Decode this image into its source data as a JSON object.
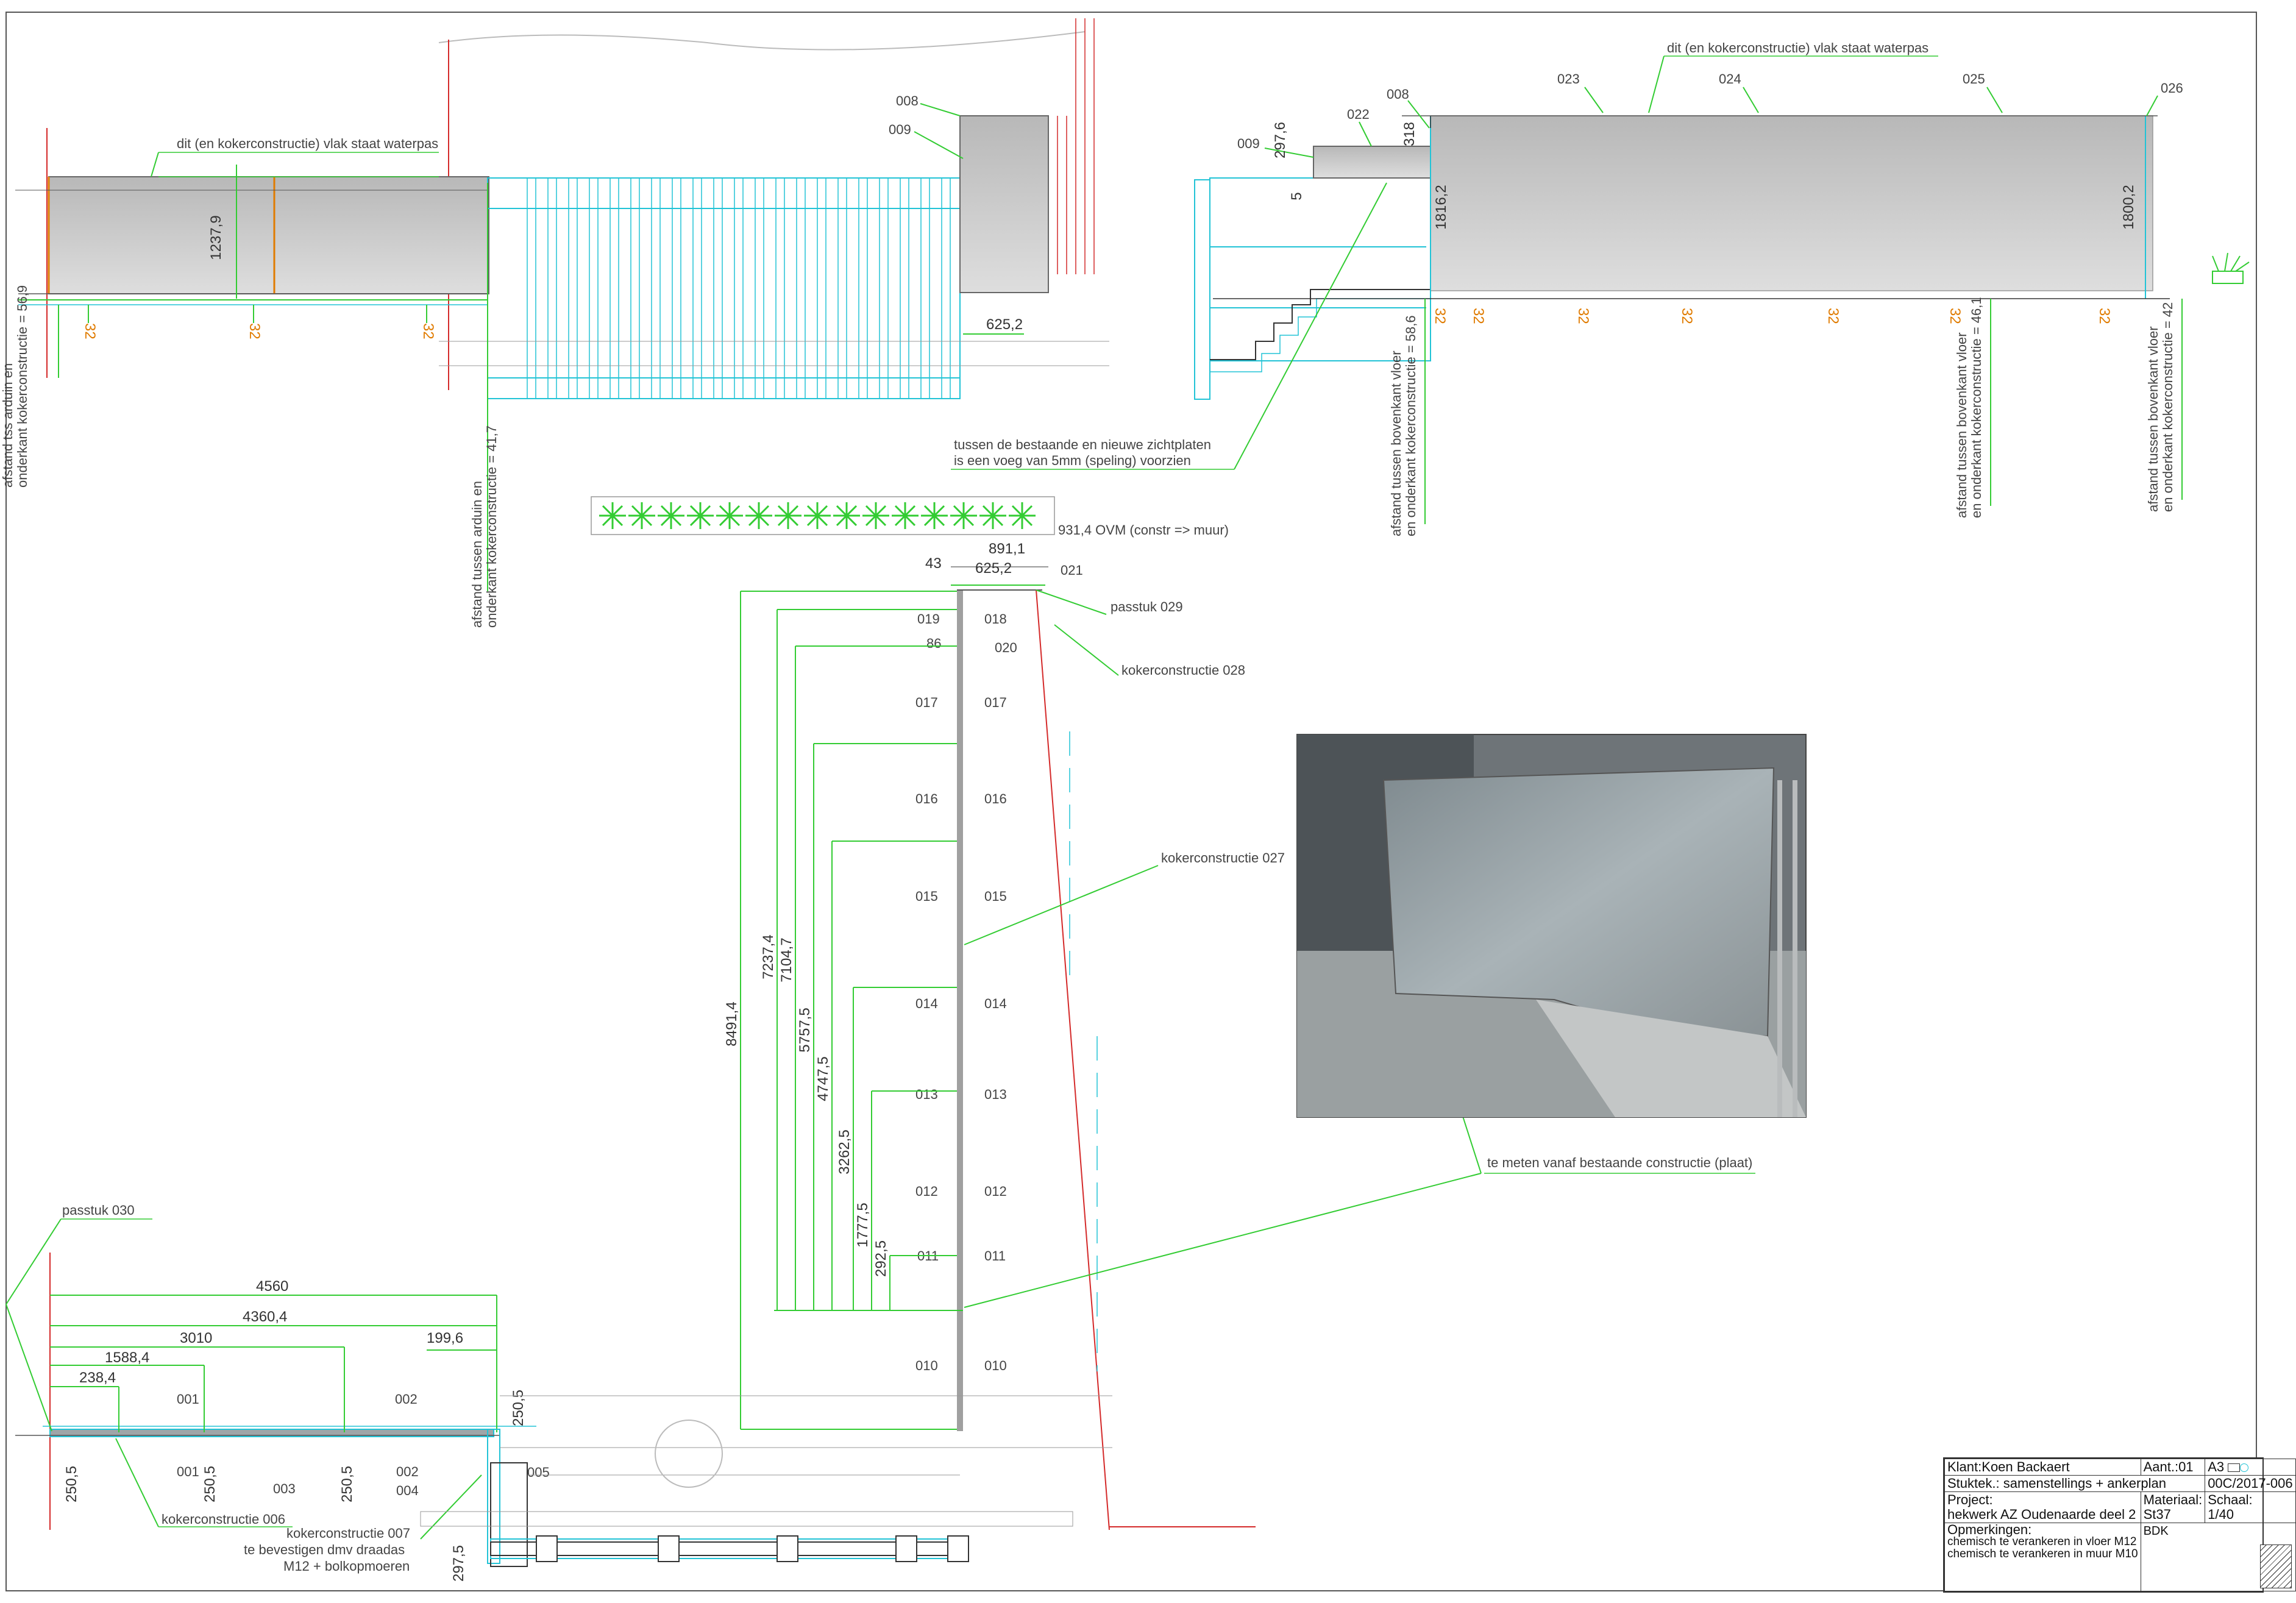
{
  "notes": {
    "waterpas_left": "dit (en kokerconstructie) vlak staat waterpas",
    "waterpas_right": "dit (en kokerconstructie) vlak staat waterpas",
    "afstand_tss_1": "afstand tss  arduin en",
    "afstand_tss_2": "onderkant kokerconstructie = 56,9",
    "afstand_arduin_1": "afstand tussen arduin en",
    "afstand_arduin_2": "onderkant kokerconstructie = 41,7",
    "voeg_1": "tussen de bestaande en nieuwe zichtplaten",
    "voeg_2": "is een voeg van 5mm (speling) voorzien",
    "vloer586_1": "afstand tussen bovenkant vloer",
    "vloer586_2": "en onderkant kokerconstructie = 58,6",
    "vloer461_1": "afstand tussen bovenkant vloer",
    "vloer461_2": "en onderkant kokerconstructie = 46,1",
    "vloer42_1": "afstand tussen bovenkant vloer",
    "vloer42_2": "en onderkant kokerconstructie = 42",
    "ovm": "931,4 OVM (constr => muur)",
    "passtuk029": "passtuk 029",
    "koker028": "kokerconstructie 028",
    "koker027": "kokerconstructie 027",
    "te_meten": "te meten vanaf bestaande constructie (plaat)",
    "passtuk030": "passtuk 030",
    "koker006": "kokerconstructie 006",
    "koker007_1": "kokerconstructie 007",
    "koker007_2": "te bevestigen dmv draadas",
    "koker007_3": "M12 + bolkopmoeren"
  },
  "marks": {
    "m008a": "008",
    "m009a": "009",
    "m009b": "009",
    "m022": "022",
    "m008b": "008",
    "m023": "023",
    "m024": "024",
    "m025": "025",
    "m026": "026",
    "m021": "021",
    "m019": "019",
    "m018": "018",
    "m020": "020",
    "m017": "017",
    "m016": "016",
    "m015": "015",
    "m014": "014",
    "m013": "013",
    "m012": "012",
    "m011": "011",
    "m010": "010",
    "m001": "001",
    "m002": "002",
    "m001b": "001",
    "m003": "003",
    "m002b": "002",
    "m004": "004",
    "m005": "005"
  },
  "dims": {
    "d1237_9": "1237,9",
    "d625_2a": "625,2",
    "d297_6": "297,6",
    "d318": "318",
    "d5": "5",
    "d1816_2": "1816,2",
    "d1800_2": "1800,2",
    "d32": "32",
    "d891_1": "891,1",
    "d43": "43",
    "d625_2b": "625,2",
    "d86": "86",
    "d8491_4": "8491,4",
    "d7237_4": "7237,4",
    "d7104_7": "7104,7",
    "d5757_5": "5757,5",
    "d4747_5": "4747,5",
    "d3262_5": "3262,5",
    "d1777_5": "1777,5",
    "d292_5": "292,5",
    "d4560": "4560",
    "d4360_4": "4360,4",
    "d3010": "3010",
    "d199_6": "199,6",
    "d1588_4": "1588,4",
    "d238_4": "238,4",
    "d250_5": "250,5",
    "d297_5": "297,5"
  },
  "titleblock": {
    "klant": "Klant:",
    "klant_val": "Koen Backaert",
    "aant": "Aant.:01",
    "format": "A3",
    "stuktek": "Stuktek.:",
    "stuktek_val": "samenstellings + ankerplan",
    "code": "00C/2017-006",
    "project": "Project:",
    "project_val": "hekwerk AZ Oudenaarde deel 2",
    "materiaal": "Materiaal:",
    "materiaal_val": "St37",
    "schaal": "Schaal:",
    "schaal_val": "1/40",
    "opm": "Opmerkingen:",
    "opm1": "chemisch te verankeren in vloer M12",
    "opm2": "chemisch te verankeren in muur M10",
    "company": "BDK"
  },
  "colors": {
    "green": "#33cc33",
    "cyan": "#22c3d6",
    "red": "#d42a2a",
    "orange": "#e07b00",
    "panel_grey": "#c8c8c8"
  }
}
